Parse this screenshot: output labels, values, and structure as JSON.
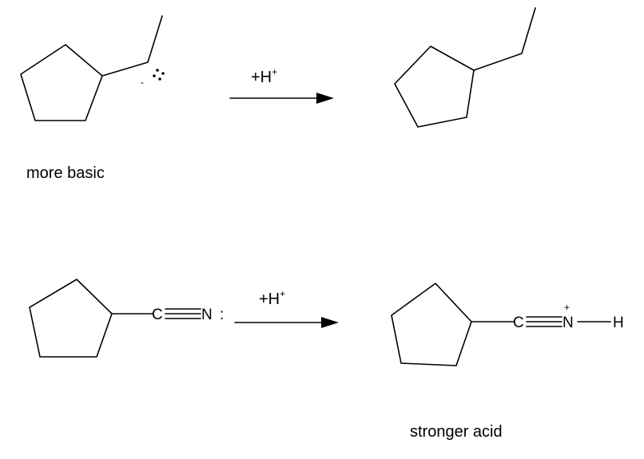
{
  "reactions": [
    {
      "reagent": "+H",
      "reagent_charge": "+",
      "reactant_charge": "-",
      "left_caption": "more basic",
      "right_caption": ""
    },
    {
      "reagent": "+H",
      "reagent_charge": "+",
      "reactant_atoms": {
        "carbon": "C",
        "nitrogen": "N",
        "lone_pair": ":"
      },
      "product_atoms": {
        "carbon": "C",
        "nitrogen": "N",
        "charge": "+",
        "hydrogen": "H"
      },
      "left_caption": "",
      "right_caption": "stronger acid"
    }
  ]
}
